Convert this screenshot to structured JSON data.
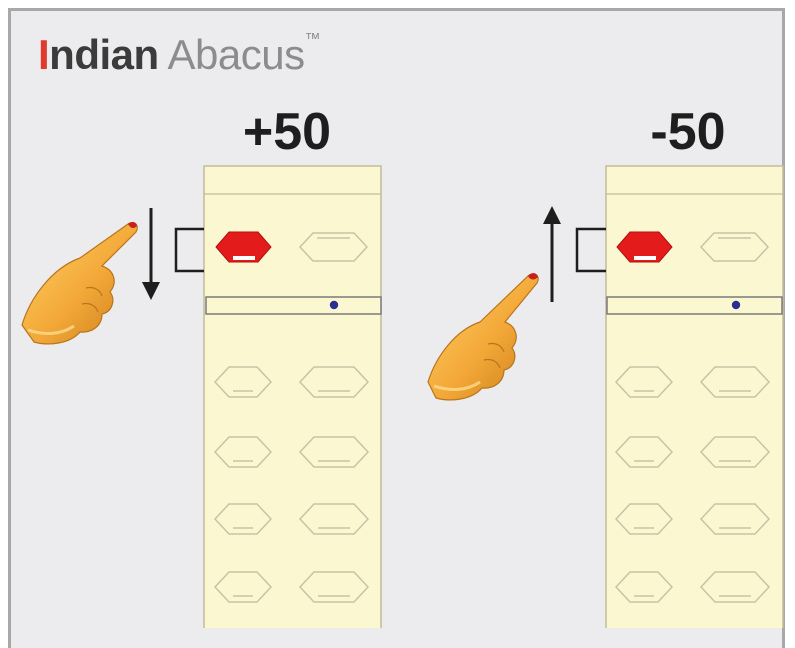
{
  "brand": {
    "first_letter": "I",
    "word_rest": "ndian",
    "second_word": "Abacus",
    "trademark": "™"
  },
  "columns": [
    {
      "label": "+50",
      "gesture": "push-down",
      "arrow_direction": "down"
    },
    {
      "label": "-50",
      "gesture": "push-up",
      "arrow_direction": "up"
    }
  ],
  "colors": {
    "board": "#fbf7d0",
    "active_bead": "#e41b1b",
    "inactive_bead_outline": "#c9c3a6",
    "unit_dot": "#2b2f8f",
    "background": "#ececef",
    "brand_red": "#e03a2c"
  },
  "upper_beads_per_rod": 1,
  "lower_beads_per_rod": 4
}
